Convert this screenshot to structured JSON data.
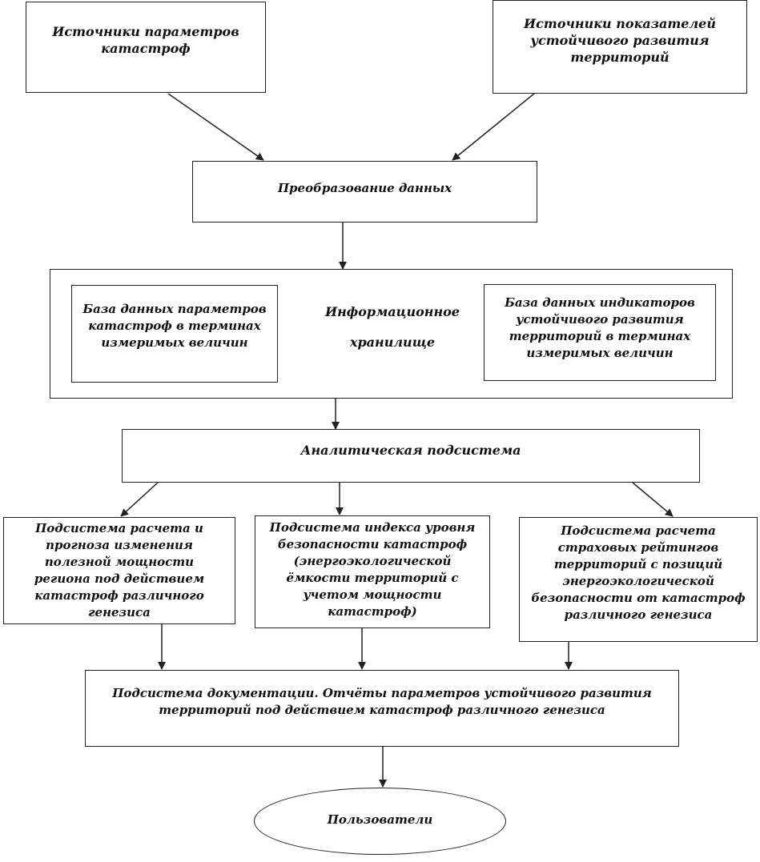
{
  "diagram": {
    "nodes": {
      "disaster_sources": "Источники параметров\nкатастроф",
      "sustainability_sources": "Источники показателей\nустойчивого развития\nтерриторий",
      "data_conversion": "Преобразование данных",
      "info_storage": "Информационное\n\nхранилище",
      "disaster_db": "База данных параметров\nкатастроф в терминах\nизмеримых величин",
      "sustainability_db": "База данных индикаторов\nустойчивого развития\nтерриторий в терминах\nизмеримых величин",
      "analytics": "Аналитическая подсистема",
      "power_forecast": "Подсистема расчета и\nпрогноза изменения\nполезной мощности\nрегиона под действием\nкатастроф различного\nгенезиса",
      "safety_index": "Подсистема индекса уровня\nбезопасности катастроф\n(энергоэкологической\nёмкости территорий с\nучетом мощности\nкатастроф)",
      "insurance_ratings": "Подсистема расчета\nстраховых рейтингов\nтерриторий с позиций\nэнергоэкологической\nбезопасности от катастроф\nразличного генезиса",
      "documentation": "Подсистема документации. Отчёты параметров устойчивого развития\nтерриторий под действием катастроф  различного генезиса",
      "users": "Пользователи"
    },
    "colors": {
      "line": "#222222",
      "text": "#111111",
      "background": "#ffffff"
    }
  }
}
